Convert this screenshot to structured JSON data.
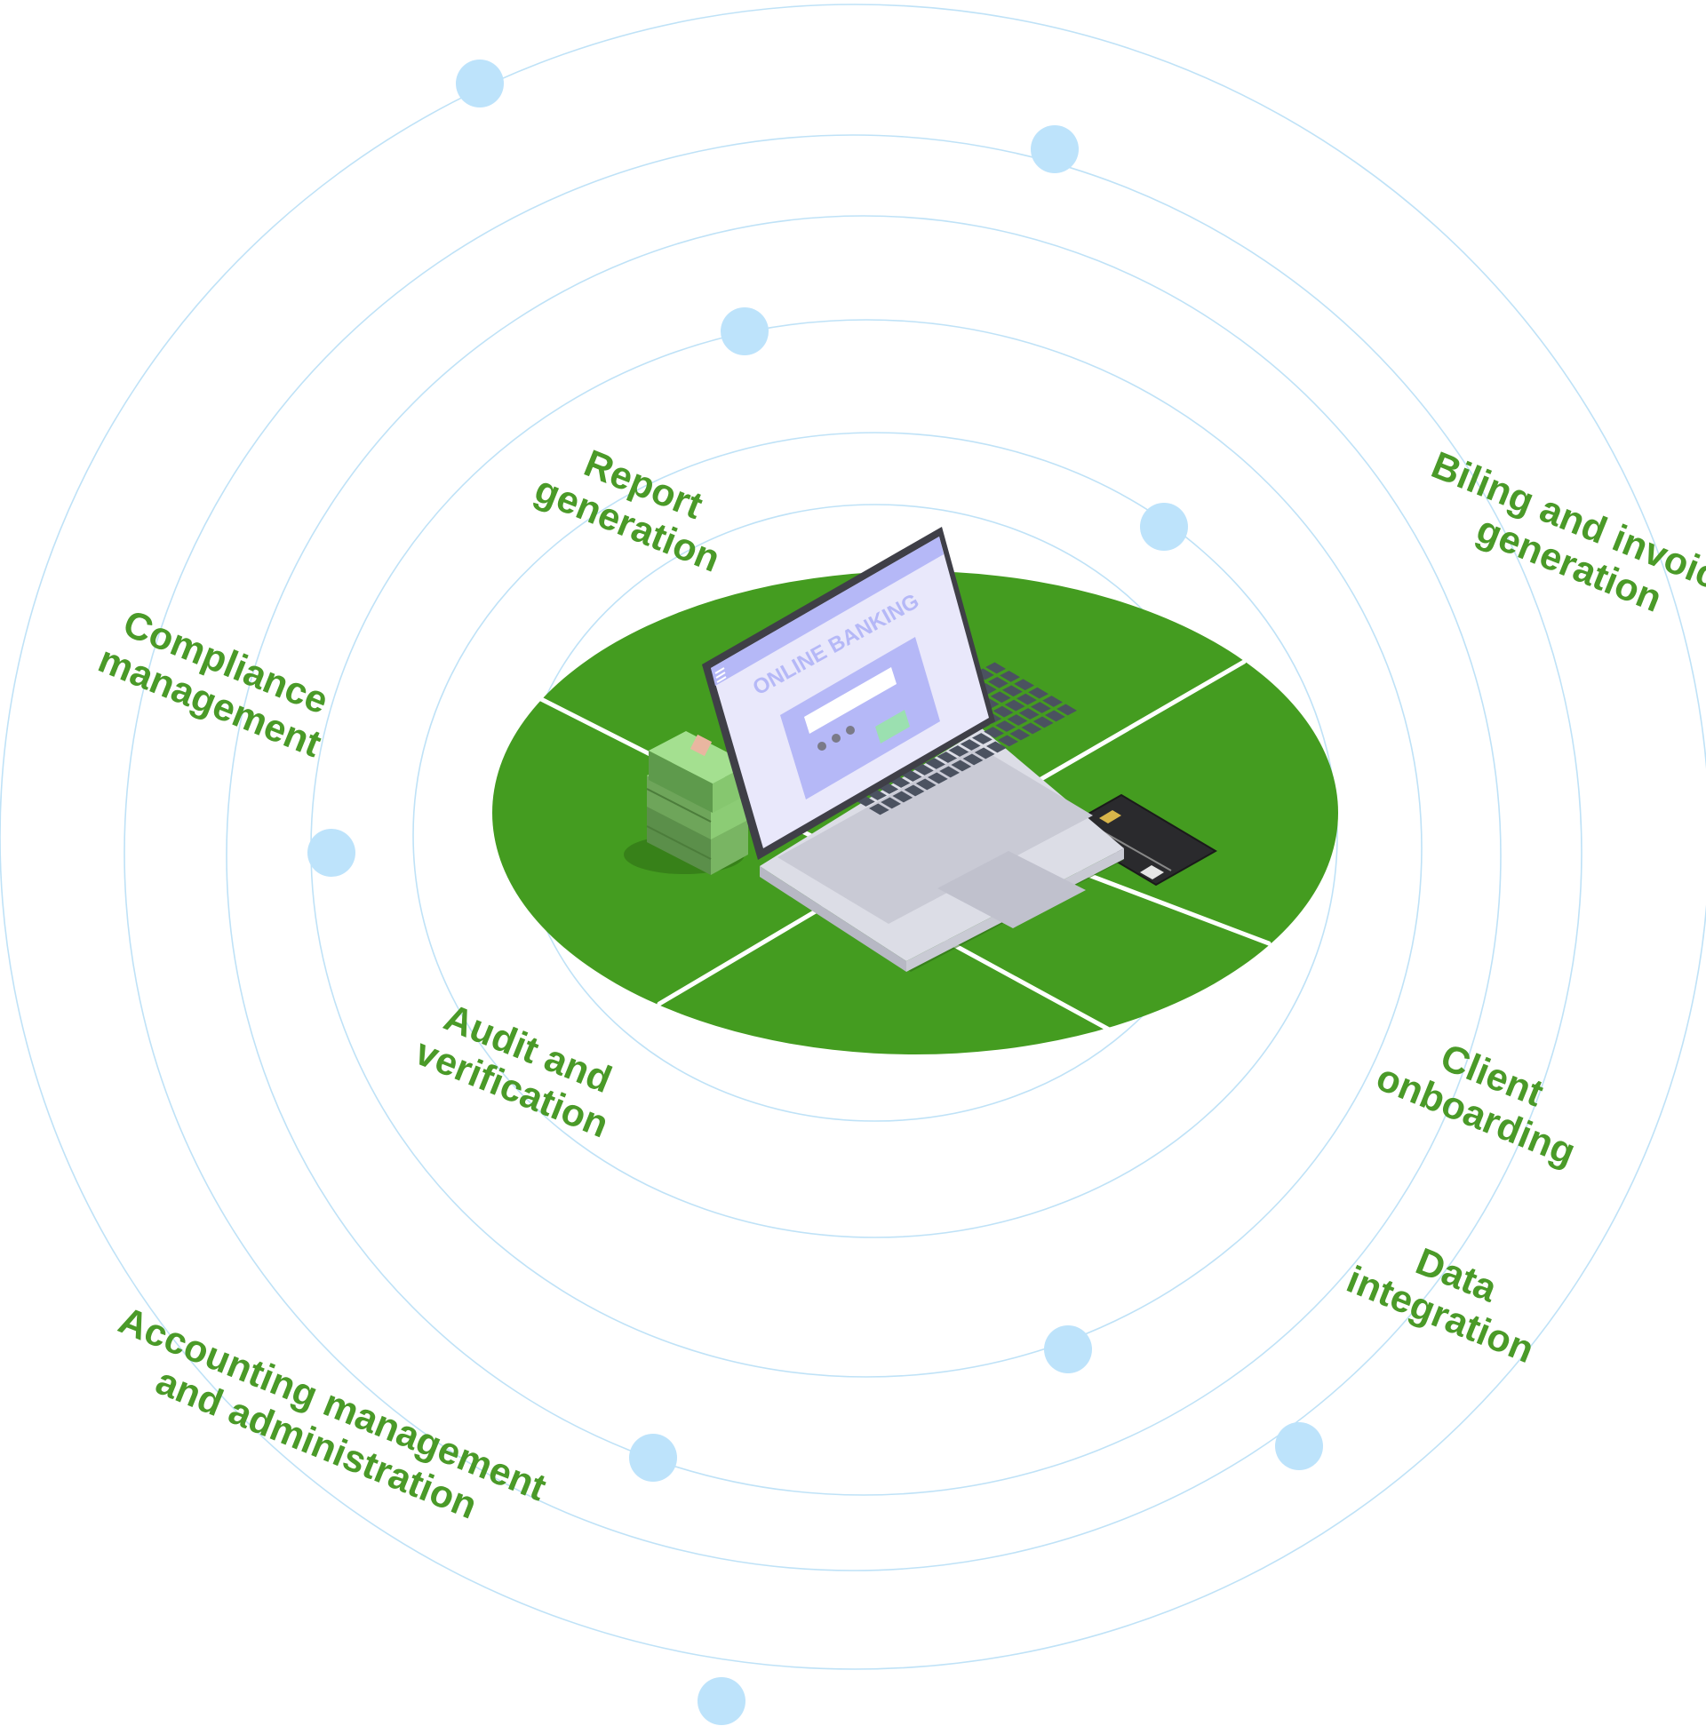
{
  "colors": {
    "label": "#4a9a28",
    "ring": "#bfe2f7",
    "dot": "#bde3fb",
    "field": "#449c20",
    "screen": "#e9e8fb",
    "screen_accent": "#b5b8f7"
  },
  "screen_text": "ONLINE BANKING",
  "labels": {
    "report": [
      "Report",
      "generation"
    ],
    "billing": [
      "Biling and invoice",
      "generation"
    ],
    "compliance": [
      "Compliance",
      "management"
    ],
    "audit": [
      "Audit and",
      "verification"
    ],
    "client": [
      "Client",
      "onboarding"
    ],
    "data": [
      "Data",
      "integration"
    ],
    "accounting": [
      "Accounting management",
      "and administration"
    ]
  },
  "icons": [
    "laptop-icon",
    "cash-stack-icon",
    "credit-card-icon"
  ]
}
